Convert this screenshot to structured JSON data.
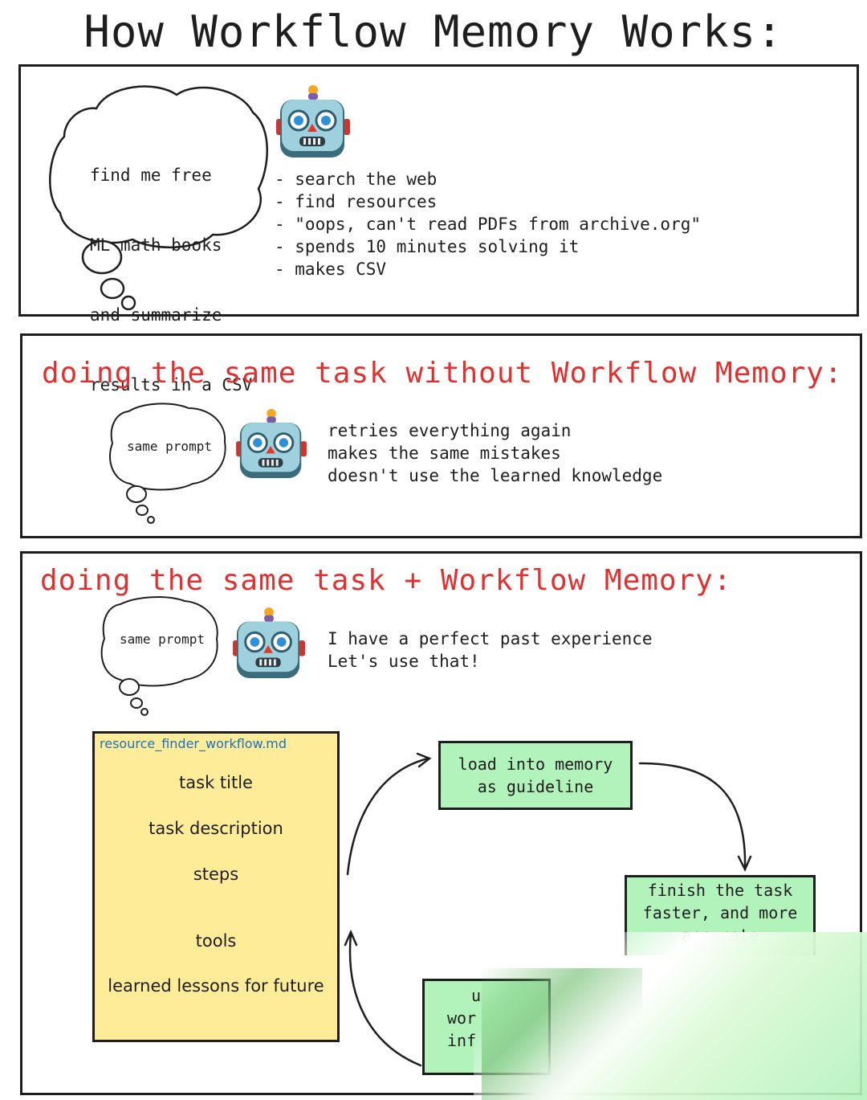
{
  "title": "How Workflow Memory Works:",
  "panel1": {
    "prompt_lines": [
      "find me free",
      "ML math books",
      "and summarize",
      "results in a CSV"
    ],
    "robot_icon": "robot-face-icon",
    "steps": [
      "- search the web",
      "- find resources",
      "- \"oops, can't read PDFs from archive.org\"",
      "- spends 10 minutes solving it",
      "- makes CSV"
    ]
  },
  "panel2": {
    "heading": "doing the same task without Workflow Memory:",
    "prompt": "same prompt",
    "robot_icon": "robot-face-icon",
    "results": [
      "retries everything again",
      "makes the same mistakes",
      "doesn't use the learned knowledge"
    ]
  },
  "panel3": {
    "heading": "doing the same task + Workflow Memory:",
    "prompt": "same prompt",
    "robot_icon": "robot-face-icon",
    "results": [
      "I have a perfect past experience",
      "Let's use that!"
    ],
    "file": {
      "name": "resource_finder_workflow.md",
      "sections": [
        "task title",
        "task description",
        "steps",
        "tools",
        "learned lessons for future"
      ]
    },
    "box_load": [
      "load into memory",
      "as guideline"
    ],
    "box_finish": [
      "finish the task",
      "faster, and more",
      "accurate"
    ],
    "box_update": [
      "u",
      "wor",
      "inf"
    ]
  },
  "colors": {
    "heading_red": "#e03131",
    "file_yellow": "#ffec99",
    "box_green": "#b2f2bb",
    "file_name_blue": "#1971c2"
  }
}
